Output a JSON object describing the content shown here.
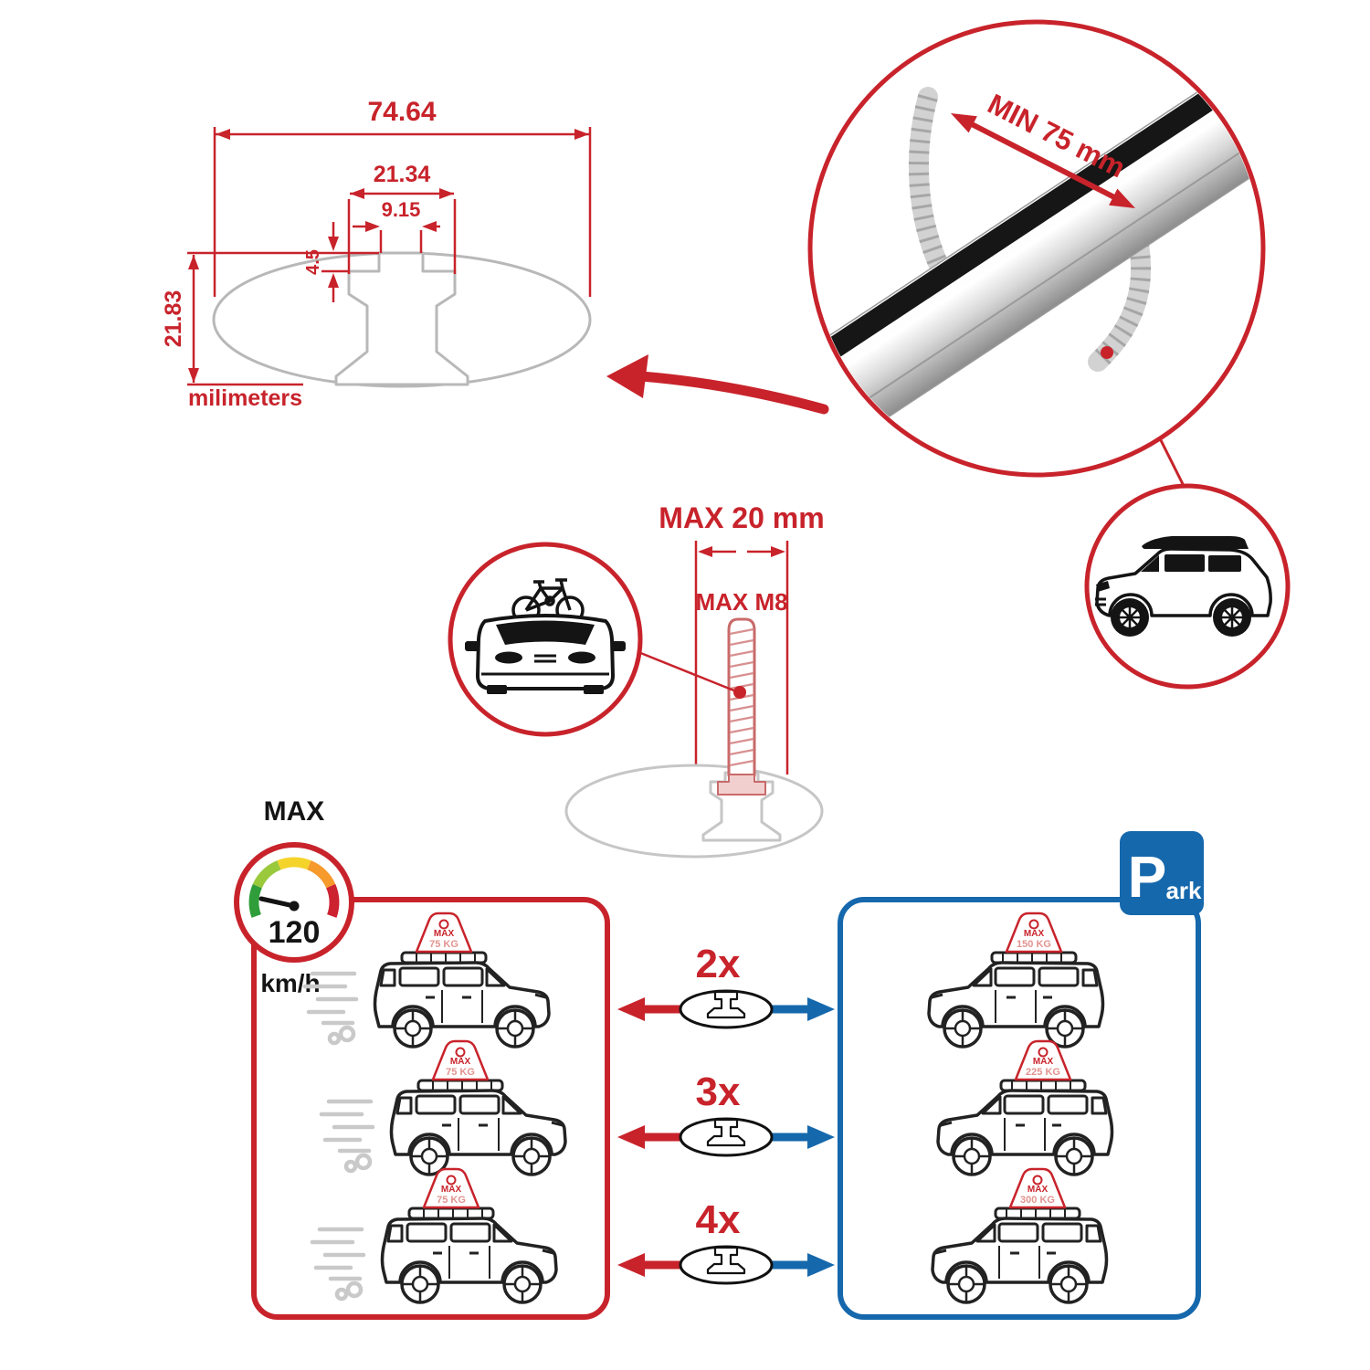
{
  "colors": {
    "red": "#c8232b",
    "blue": "#1668ac",
    "gray": "#b8b8b8",
    "silver": "#d9d9d9",
    "black": "#141414"
  },
  "cross_section": {
    "width_total": "74.64",
    "slot_outer_width": "21.34",
    "slot_inner_width": "9.15",
    "slot_depth": "4.5",
    "height_total": "21.83",
    "units": "milimeters"
  },
  "bar_fitment": {
    "min_span": "MIN 75 mm"
  },
  "bolt_spec": {
    "max_foot_width": "MAX 20 mm",
    "max_thread": "MAX M8"
  },
  "speed_gauge": {
    "label": "MAX",
    "value": "120",
    "units": "km/h"
  },
  "park_sign": {
    "initial": "P",
    "rest": "ark"
  },
  "driving_limits": {
    "cars": [
      {
        "prefix": "MAX",
        "load": "75 KG"
      },
      {
        "prefix": "MAX",
        "load": "75 KG"
      },
      {
        "prefix": "MAX",
        "load": "75 KG"
      }
    ]
  },
  "parked_limits": {
    "cars": [
      {
        "prefix": "MAX",
        "load": "150 KG"
      },
      {
        "prefix": "MAX",
        "load": "225 KG"
      },
      {
        "prefix": "MAX",
        "load": "300 KG"
      }
    ]
  },
  "bar_counts": [
    "2x",
    "3x",
    "4x"
  ]
}
